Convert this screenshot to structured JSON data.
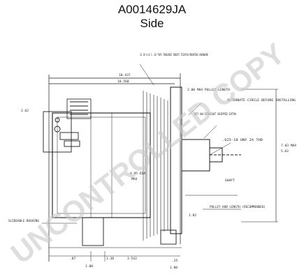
{
  "header": {
    "part_number": "A0014629JA",
    "view": "Side"
  },
  "watermark": {
    "text": "UNCONTROLLED COPY",
    "color": "#c8c8c8"
  },
  "callouts": {
    "threaded_insert": "31-18 U.N.C.-28 TAPS THREADED INSERT TIGHTEN MOUNTING HARDWARE",
    "pulley_length": "2.00 MAX PULLEY LENGTH",
    "key": "KEY HW-STRAIGHT SHIPPED EXTRA",
    "alt_circle": "ALTERNATE CIRCLE BEFORE INSTALLING",
    "thread": ".625-18 UNF 2A THD",
    "pulley_hub": "PULLEY HUB LENGTH (RECOMMENDED)",
    "shaft": "SHAFT",
    "bushing": "SLIDEABLE BUSHING",
    "max": "MAX"
  },
  "dims": {
    "d1": "10.437",
    "d2": "10.560",
    "d3": "4.95 DIA",
    "d4": "7.03 MAX",
    "d5": "5.62",
    "d6": ".87",
    "d7": "1.00",
    "d8": "1.38",
    "d9": ".25",
    "d10": "1.82",
    "d11": "2.62",
    "d12": "3.542",
    "d13": "1.00"
  }
}
